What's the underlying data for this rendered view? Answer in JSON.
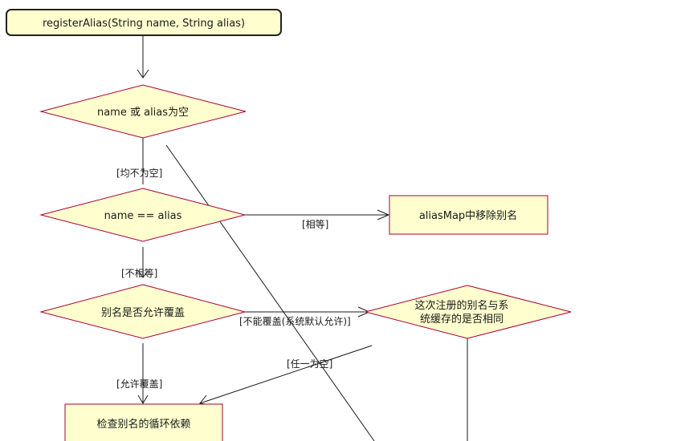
{
  "diagram": {
    "start": {
      "label": "registerAlias(String name, String alias)"
    },
    "decisions": {
      "null_check": {
        "label": "name 或 alias为空"
      },
      "equal_check": {
        "label": "name == alias"
      },
      "override_check": {
        "label": "别名是否允许覆盖"
      },
      "same_check": {
        "line1": "这次注册的别名与系",
        "line2": "统缓存的是否相同"
      }
    },
    "actions": {
      "remove_alias": {
        "label": "aliasMap中移除别名"
      },
      "check_cycle": {
        "label": "检查别名的循环依赖"
      }
    },
    "edges": {
      "both_not_null": "[均不为空]",
      "equal": "[相等]",
      "not_equal": "[不相等]",
      "no_override": "[不能覆盖(系统默认允许)]",
      "any_null": "[任一为空]",
      "allow_override": "[允许覆盖]"
    }
  },
  "colors": {
    "node_fill": "#fefece",
    "node_stroke": "#a80036",
    "line": "#1a1a1a",
    "start_stroke": "#222222"
  }
}
